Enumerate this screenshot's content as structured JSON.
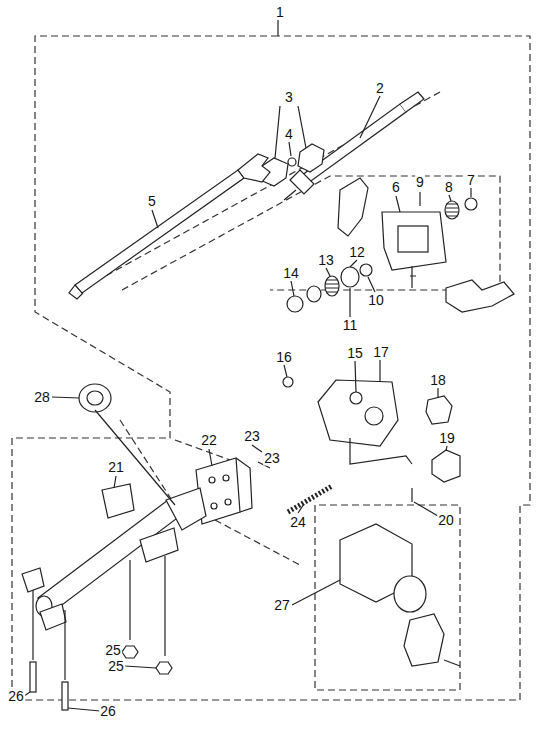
{
  "diagram": {
    "labels": [
      "1",
      "2",
      "3",
      "4",
      "5",
      "6",
      "7",
      "8",
      "9",
      "10",
      "11",
      "12",
      "13",
      "14",
      "15",
      "16",
      "17",
      "18",
      "19",
      "20",
      "21",
      "22",
      "23",
      "23",
      "24",
      "25",
      "25",
      "26",
      "26",
      "27",
      "28"
    ]
  }
}
